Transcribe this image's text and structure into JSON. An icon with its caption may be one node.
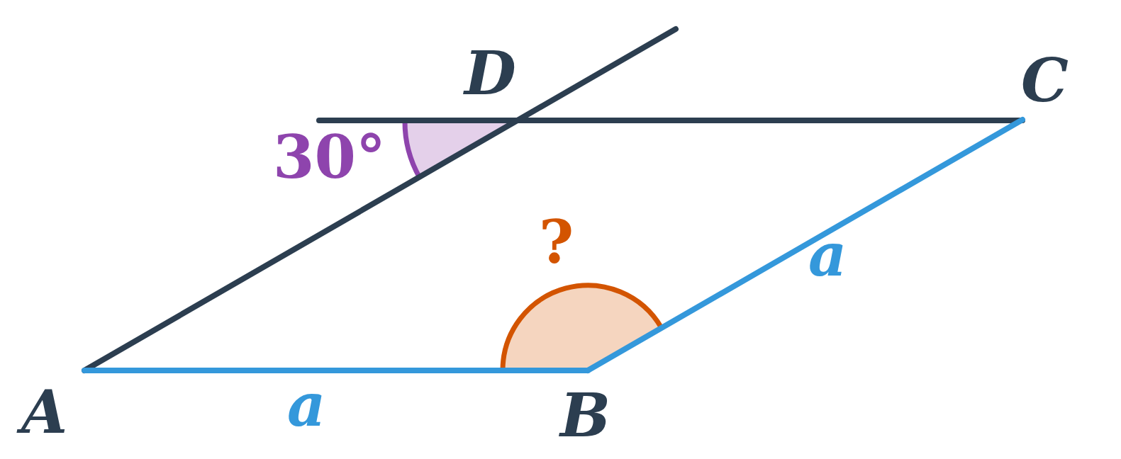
{
  "diagram": {
    "labels": [
      "D",
      "C",
      "30°",
      "?",
      "a",
      "A",
      "a",
      "B"
    ]
  }
}
